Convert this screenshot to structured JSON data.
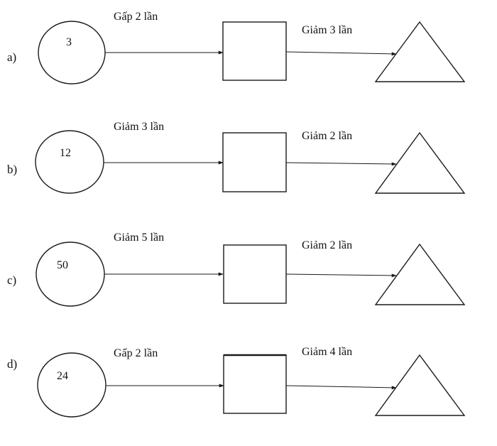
{
  "rows": [
    {
      "label": "a)",
      "start": "3",
      "op1": "Gấp 2 lần",
      "op2": "Giảm 3 lần"
    },
    {
      "label": "b)",
      "start": "12",
      "op1": "Giảm 3 lần",
      "op2": "Giảm 2 lần"
    },
    {
      "label": "c)",
      "start": "50",
      "op1": "Giảm 5 lần",
      "op2": "Giảm 2 lần"
    },
    {
      "label": "d)",
      "start": "24",
      "op1": "Gấp 2 lần",
      "op2": "Giảm 4 lần"
    }
  ],
  "style": {
    "stroke": "#1a1a1a",
    "text": "#111111",
    "background": "#ffffff"
  }
}
